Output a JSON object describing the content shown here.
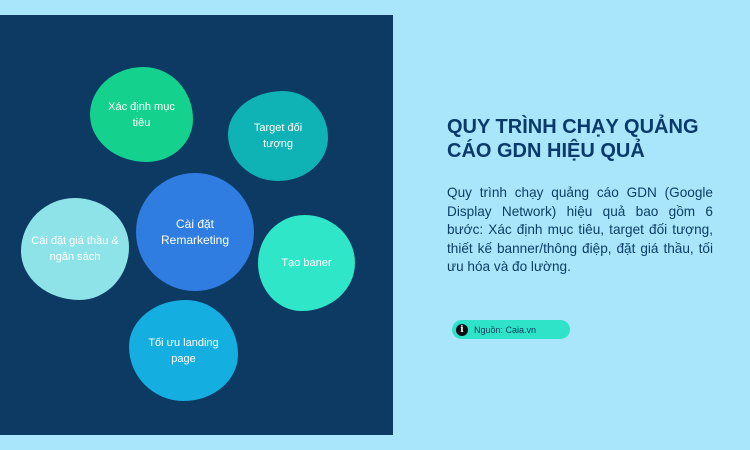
{
  "diagram": {
    "center": "Cài đặt Remarketing",
    "steps": [
      "Xác định mục tiêu",
      "Target đối tượng",
      "Tạo baner",
      "Tối ưu landing page",
      "Cài đặt giá thầu & ngân sách"
    ],
    "colors": {
      "panel": "#0c3a63",
      "center": "#2f7de1",
      "goal": "#15d18e",
      "target": "#0fb3b5",
      "banner": "#2fe6c9",
      "landing": "#14aee0",
      "bid": "#8de3e8"
    }
  },
  "heading": "QUY TRÌNH CHẠY QUẢNG CÁO GDN HIỆU QUẢ",
  "description": "Quy trình chạy quảng cáo GDN (Google Display Network) hiệu quả bao gồm 6 bước: Xác định mục tiêu, target đối tượng, thiết kế banner/thông điệp, đặt giá thầu, tối ưu hóa và đo lường.",
  "source": {
    "icon": "info-icon",
    "label": "Nguồn: Caia.vn"
  },
  "colors": {
    "background": "#a9e6fb",
    "heading": "#0a3a6a",
    "source_badge": "#2fe3c8"
  }
}
